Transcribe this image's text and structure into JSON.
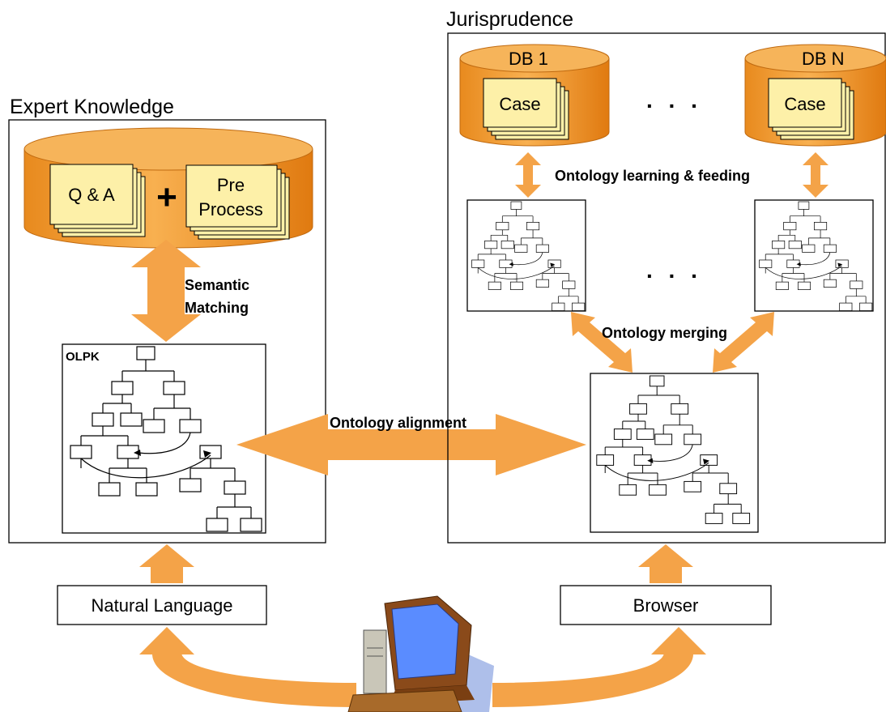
{
  "expert_title": "Expert Knowledge",
  "juris_title": "Jurisprudence",
  "qa_label": "Q & A",
  "plus_label": "+",
  "preprocess_line1": "Pre",
  "preprocess_line2": "Process",
  "semantic_line1": "Semantic",
  "semantic_line2": "Matching",
  "olpk_label": "OLPK",
  "alignment_label": "Ontology alignment",
  "db1_label": "DB 1",
  "dbn_label": "DB N",
  "case_label": "Case",
  "ellipsis": ". . .",
  "learning_label": "Ontology learning & feeding",
  "merging_label": "Ontology merging",
  "nl_label": "Natural Language",
  "browser_label": "Browser",
  "colors": {
    "orange": "#f5a040",
    "orange_dark": "#e07a10",
    "arrow": "#f4a348",
    "doc": "#fdf0a8",
    "monitor": "#5a8cff"
  }
}
